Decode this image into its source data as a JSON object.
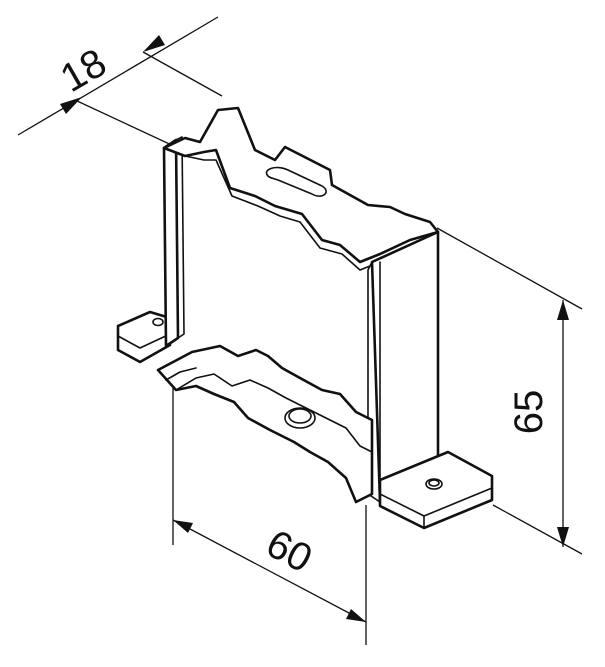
{
  "drawing": {
    "subject": "",
    "dimensions": {
      "depth": {
        "label": "18"
      },
      "width": {
        "label": "60"
      },
      "height": {
        "label": "65"
      }
    },
    "colors": {
      "line": "#111111",
      "background": "#ffffff"
    }
  }
}
